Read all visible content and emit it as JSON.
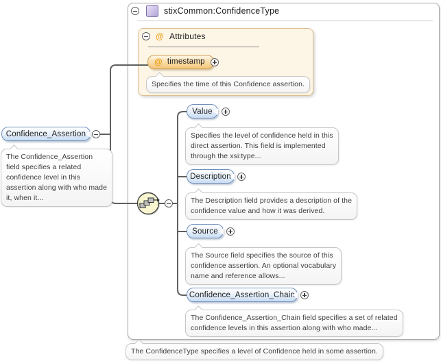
{
  "colors": {
    "element_border": "#7191bc",
    "element_fill": "#c9ddf3",
    "attribute_border": "#cf9e52",
    "attribute_fill": "#f4c67a",
    "attributes_box_bg": "#fdf6e6",
    "attributes_box_border": "#dcbd8d",
    "sequence_icon_bg": "#f7f6d0",
    "complex_type_icon_fill": "#b2a4d6"
  },
  "root": {
    "title": "stixCommon:ConfidenceType"
  },
  "attributes_group": {
    "label": "Attributes",
    "at_symbol": "@",
    "attributes": [
      {
        "name": "timestamp",
        "doc": "Specifies the time of this Confidence assertion."
      }
    ]
  },
  "source_element": {
    "name": "Confidence_Assertion",
    "doc": "The Confidence_Assertion\nfield specifies a related\nconfidence level in this\nassertion along with who made\nit, when it..."
  },
  "sequence": {
    "elements": [
      {
        "name": "Value",
        "doc": "Specifies the level of confidence held in this\ndirect assertion. This field is implemented\nthrough the xsi:type..."
      },
      {
        "name": "Description",
        "doc": "The Description field provides a description of the\nconfidence value and how it was derived."
      },
      {
        "name": "Source",
        "doc": "The Source field specifies the source of this\nconfidence assertion. An optional vocabulary\nname and reference allows..."
      },
      {
        "name": "Confidence_Assertion_Chain",
        "doc": "The Confidence_Assertion_Chain field specifies a set of related\nconfidence levels in this assertion along with who made..."
      }
    ]
  },
  "footer_doc": "The ConfidenceType specifies a level of Confidence held in some assertion."
}
